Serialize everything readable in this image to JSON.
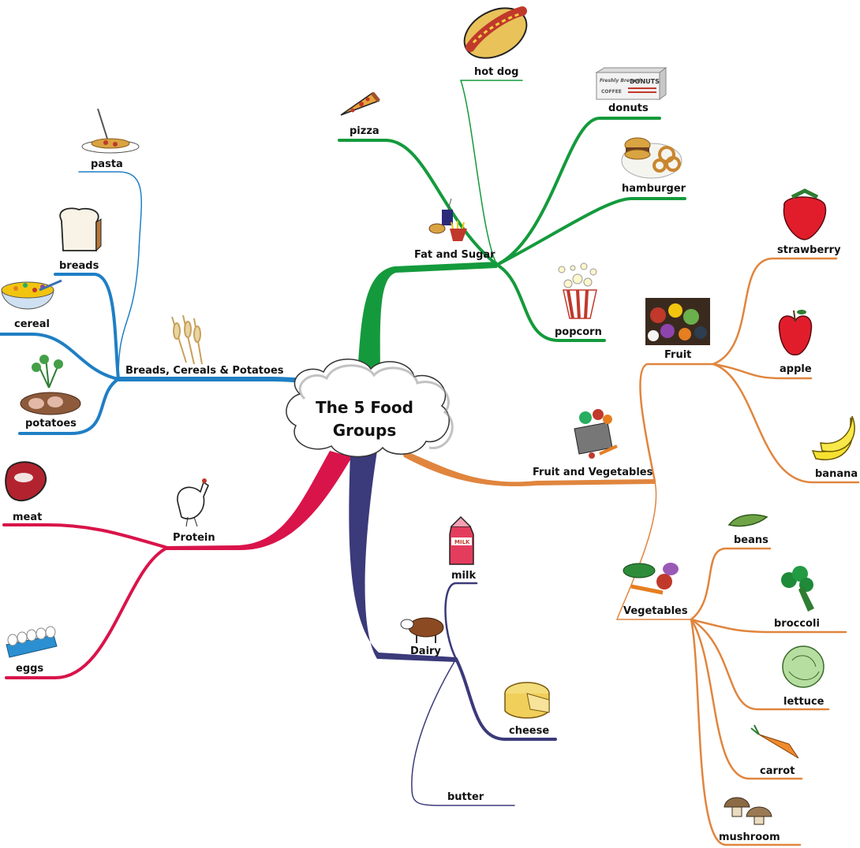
{
  "center": {
    "line1": "The 5 Food",
    "line2": "Groups"
  },
  "branches": {
    "fat_sugar": {
      "label": "Fat and Sugar",
      "color": "#149a3c",
      "items": [
        "hot dog",
        "donuts",
        "pizza",
        "hamburger",
        "popcorn"
      ]
    },
    "breads": {
      "label": "Breads, Cereals & Potatoes",
      "color": "#1f7fc4",
      "items": [
        "pasta",
        "breads",
        "cereal",
        "potatoes"
      ]
    },
    "protein": {
      "label": "Protein",
      "color": "#d9144a",
      "items": [
        "meat",
        "eggs"
      ]
    },
    "dairy": {
      "label": "Dairy",
      "color": "#3b3a7a",
      "items": [
        "milk",
        "cheese",
        "butter"
      ]
    },
    "fruit_veg": {
      "label": "Fruit and Vegetables",
      "color": "#e0853e",
      "fruit": {
        "label": "Fruit",
        "items": [
          "strawberry",
          "apple",
          "banana"
        ]
      },
      "vegetables": {
        "label": "Vegetables",
        "items": [
          "beans",
          "broccoli",
          "lettuce",
          "carrot",
          "mushroom"
        ]
      }
    }
  },
  "images": {
    "donut_box_text_1": "DONUTS",
    "donut_box_text_2": "COFFEE",
    "donut_box_text_3": "Freshly Brewed",
    "milk_carton_text": "MILK"
  }
}
